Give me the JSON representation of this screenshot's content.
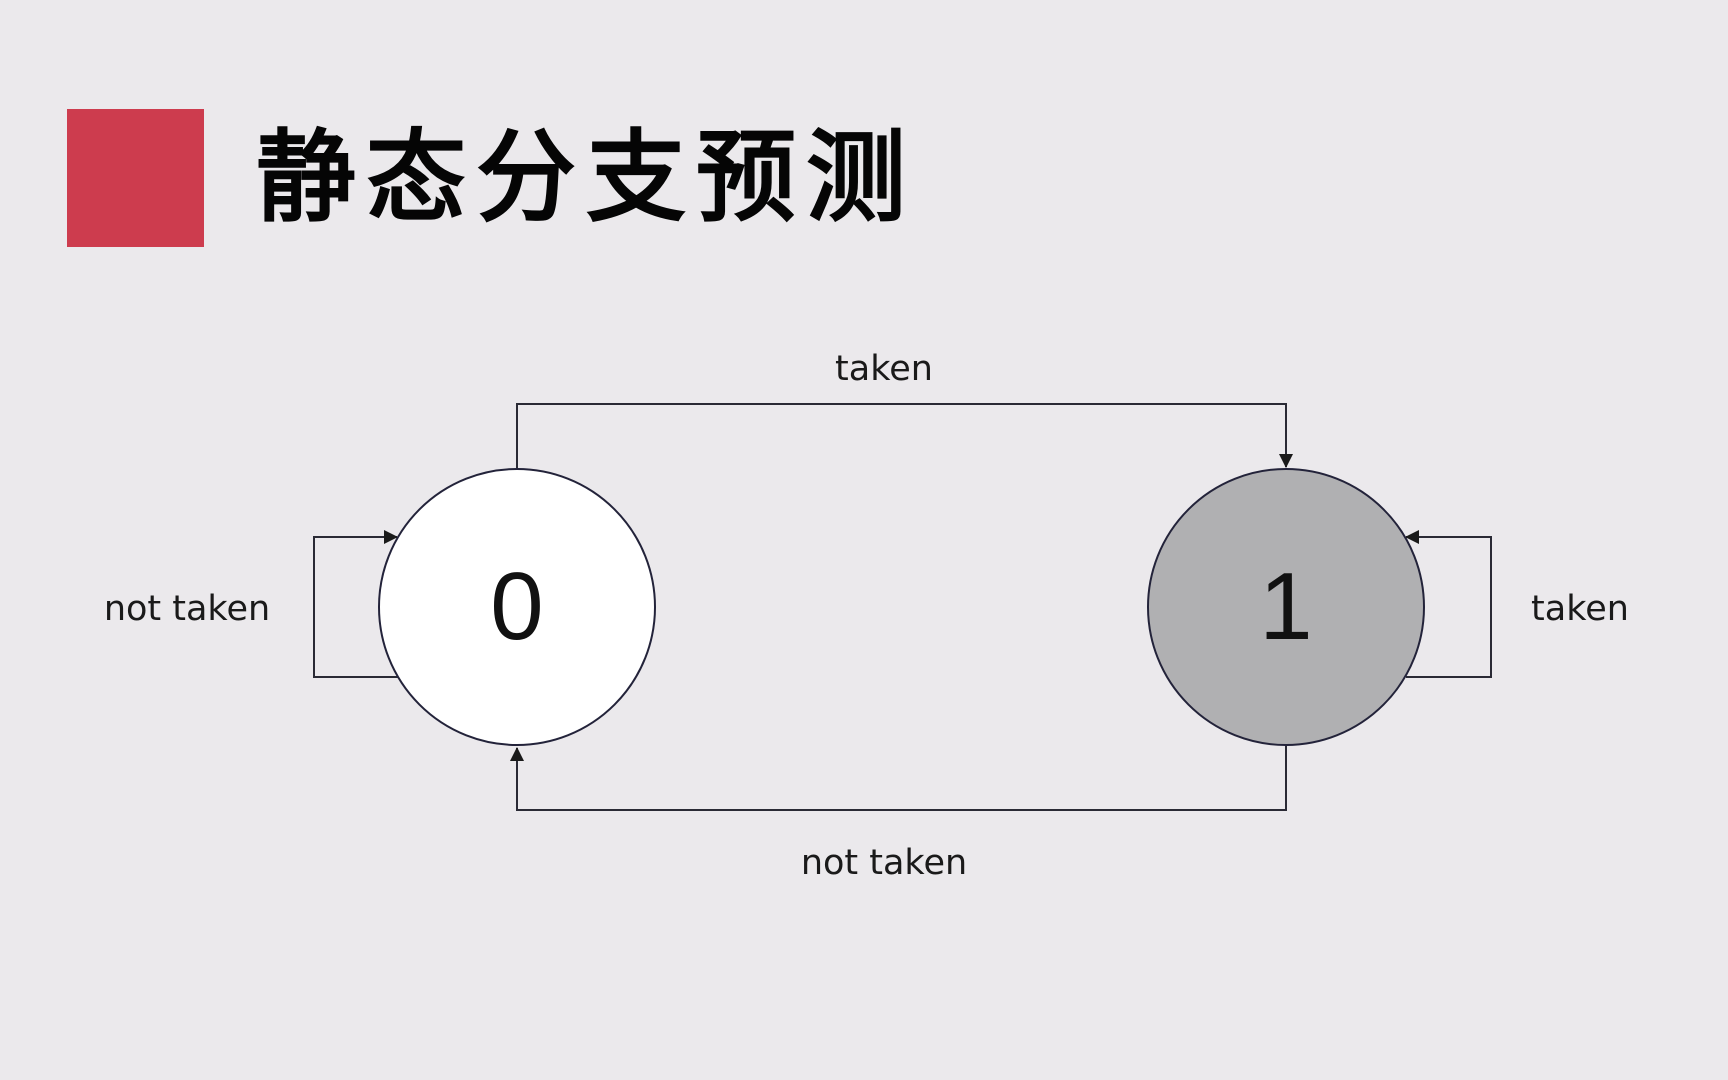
{
  "slide": {
    "title": "静态分支预测",
    "accent_color": "#cd3c4e",
    "background_color": "#ebe9ec"
  },
  "diagram": {
    "type": "state-machine",
    "states": [
      {
        "id": "0",
        "label": "0",
        "fill": "#ffffff"
      },
      {
        "id": "1",
        "label": "1",
        "fill": "#b0b0b2"
      }
    ],
    "transitions": [
      {
        "from": "0",
        "to": "1",
        "label": "taken"
      },
      {
        "from": "1",
        "to": "0",
        "label": "not taken"
      },
      {
        "from": "0",
        "to": "0",
        "label": "not taken"
      },
      {
        "from": "1",
        "to": "1",
        "label": "taken"
      }
    ],
    "line_color": "#2a2a35"
  }
}
